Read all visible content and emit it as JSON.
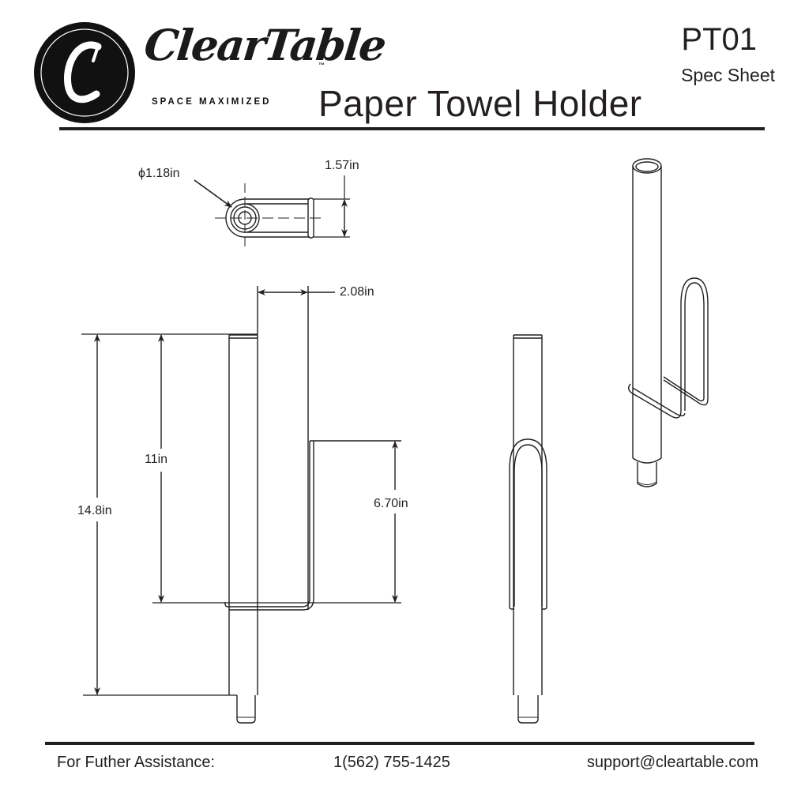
{
  "header": {
    "brand_name": "ClearTable",
    "trademark": "™",
    "tagline": "SPACE MAXIMIZED",
    "logo_letter": "C",
    "product_code": "PT01",
    "document_type": "Spec Sheet",
    "product_title": "Paper Towel Holder"
  },
  "dimensions": {
    "tube_diameter": "ϕ1.18in",
    "depth": "1.57in",
    "arm_offset": "2.08in",
    "overall_height": "14.8in",
    "tube_to_arm_height": "11in",
    "arm_height": "6.70in"
  },
  "views": [
    {
      "name": "top-view"
    },
    {
      "name": "front-view"
    },
    {
      "name": "side-view"
    },
    {
      "name": "isometric-view"
    }
  ],
  "footer": {
    "assistance_label": "For Futher Assistance:",
    "phone": "1(562) 755-1425",
    "email": "support@cleartable.com"
  },
  "colors": {
    "ink": "#231f20",
    "background": "#ffffff"
  }
}
